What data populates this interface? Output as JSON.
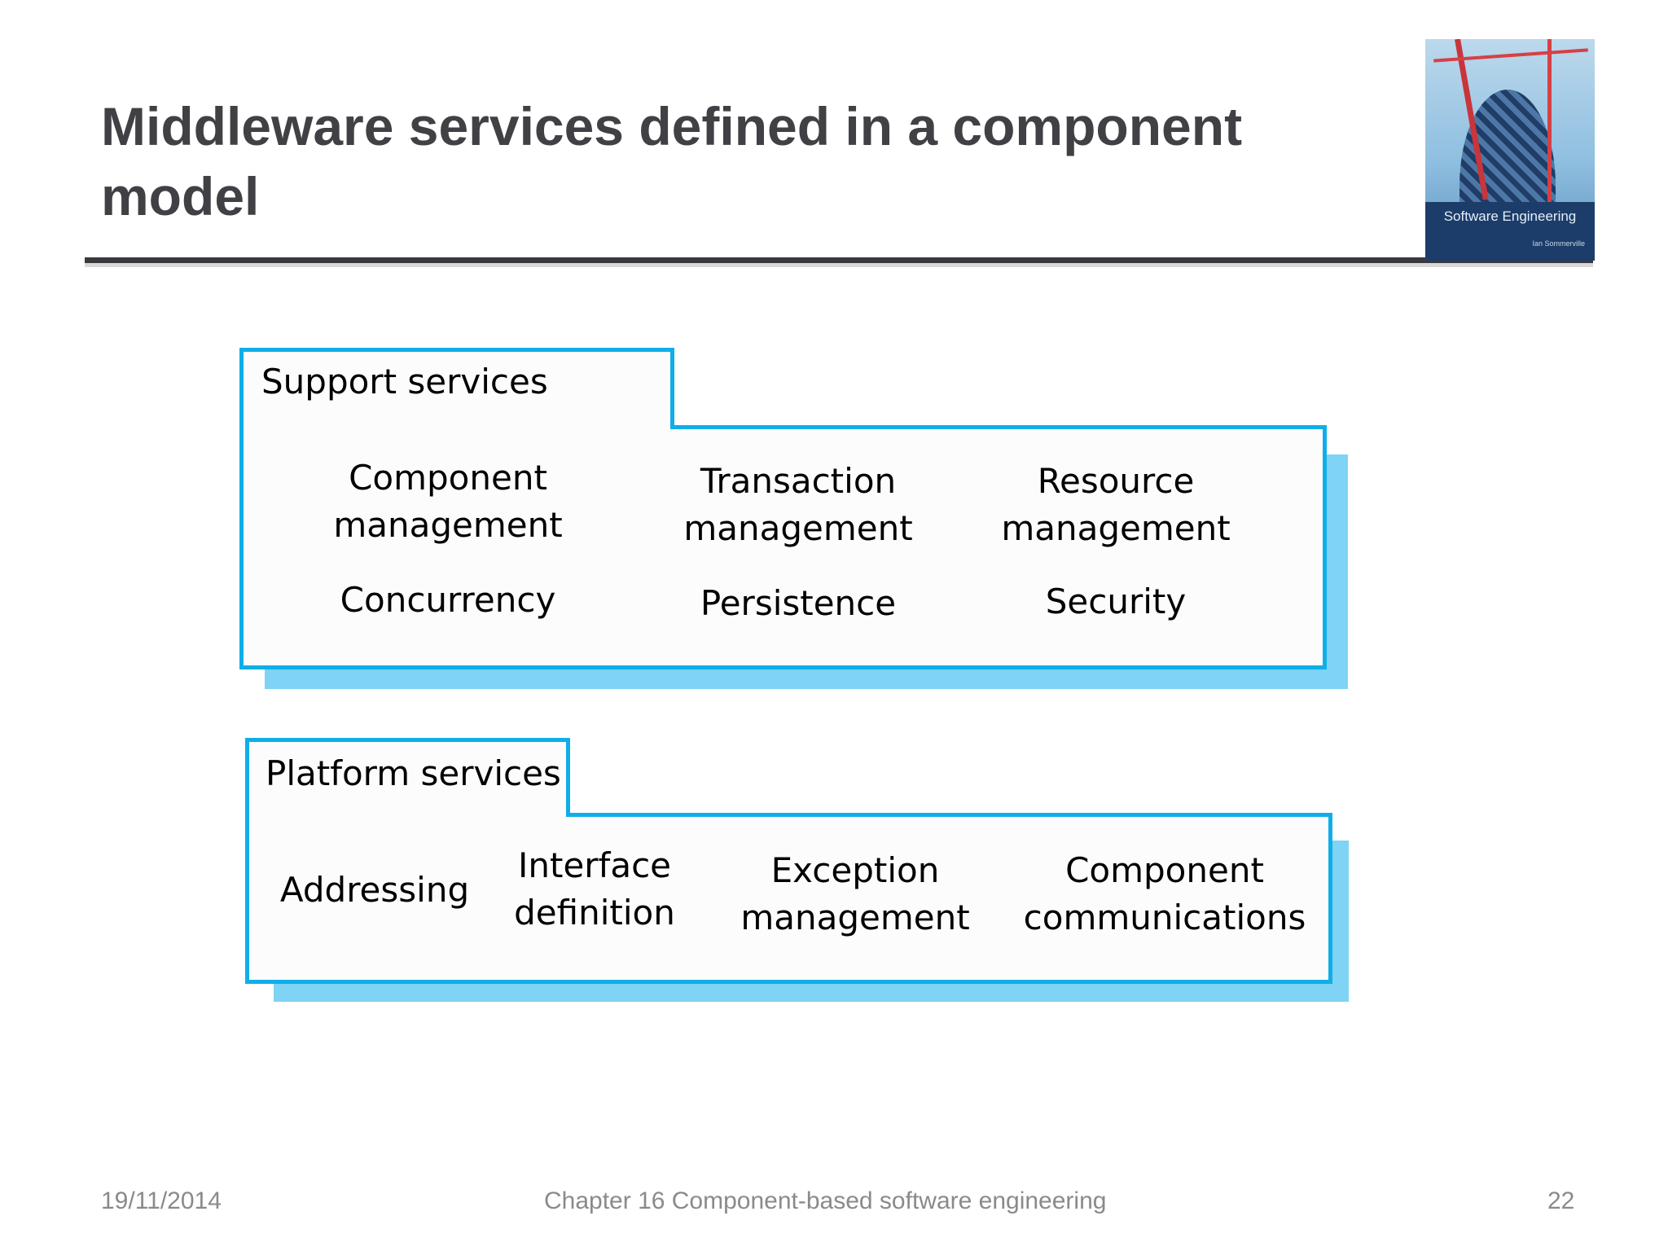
{
  "slide": {
    "title": "Middleware services defined in a component model"
  },
  "cover": {
    "title": "Software Engineering",
    "author": "Ian Sommerville"
  },
  "support": {
    "label": "Support services",
    "items": [
      "Component\nmanagement",
      "Transaction\nmanagement",
      "Resource\nmanagement",
      "Concurrency",
      "Persistence",
      "Security"
    ]
  },
  "platform": {
    "label": "Platform services",
    "items": [
      "Addressing",
      "Interface\ndefinition",
      "Exception\nmanagement",
      "Component\ncommunications"
    ]
  },
  "footer": {
    "date": "19/11/2014",
    "chapter": "Chapter 16 Component-based software engineering",
    "page": "22"
  },
  "colors": {
    "border": "#0faee8",
    "shadow": "#7fd3f5",
    "title": "#404045"
  }
}
